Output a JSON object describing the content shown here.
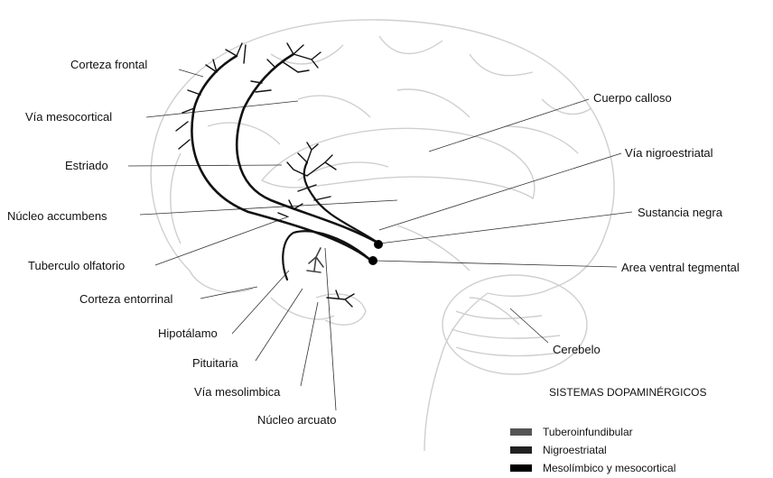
{
  "labels": {
    "corteza_frontal": "Corteza frontal",
    "via_mesocortical": "Vía mesocortical",
    "estriado": "Estriado",
    "nucleo_accumbens": "Núcleo accumbens",
    "tuberculo_olfatorio": "Tuberculo olfatorio",
    "corteza_entorrinal": "Corteza entorrinal",
    "hipotalamo": "Hipotálamo",
    "pituitaria": "Pituitaria",
    "via_mesolimbica": "Vía mesolimbica",
    "nucleo_arcuato": "Núcleo arcuato",
    "cuerpo_calloso": "Cuerpo calloso",
    "via_nigroestriatal": "Vía nigroestriatal",
    "sustancia_negra": "Sustancia negra",
    "area_ventral_tegmental": "Area ventral tegmental",
    "cerebelo": "Cerebelo"
  },
  "legend": {
    "title": "SISTEMAS DOPAMINÉRGICOS",
    "items": [
      {
        "label": "Tuberoinfundibular",
        "color": "#555555"
      },
      {
        "label": "Nigroestriatal",
        "color": "#222222"
      },
      {
        "label": "Mesolímbico y mesocortical",
        "color": "#000000"
      }
    ]
  },
  "colors": {
    "brain_outline": "#cfcfcf",
    "pathway": "#111111",
    "leader": "#333333"
  }
}
